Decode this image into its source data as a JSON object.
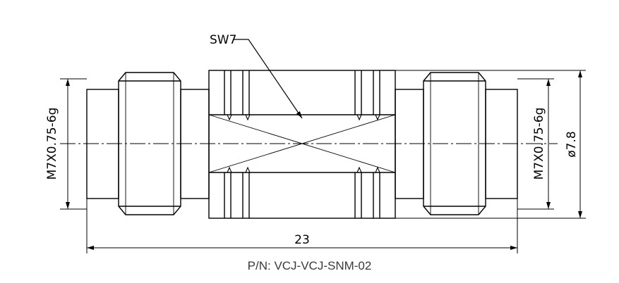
{
  "drawing": {
    "leader_label": "SW7",
    "thread_left": "M7X0.75-6g",
    "thread_right": "M7X0.75-6g",
    "diameter": "ø7.8",
    "length": "23"
  },
  "part_number": "P/N: VCJ-VCJ-SNM-02"
}
